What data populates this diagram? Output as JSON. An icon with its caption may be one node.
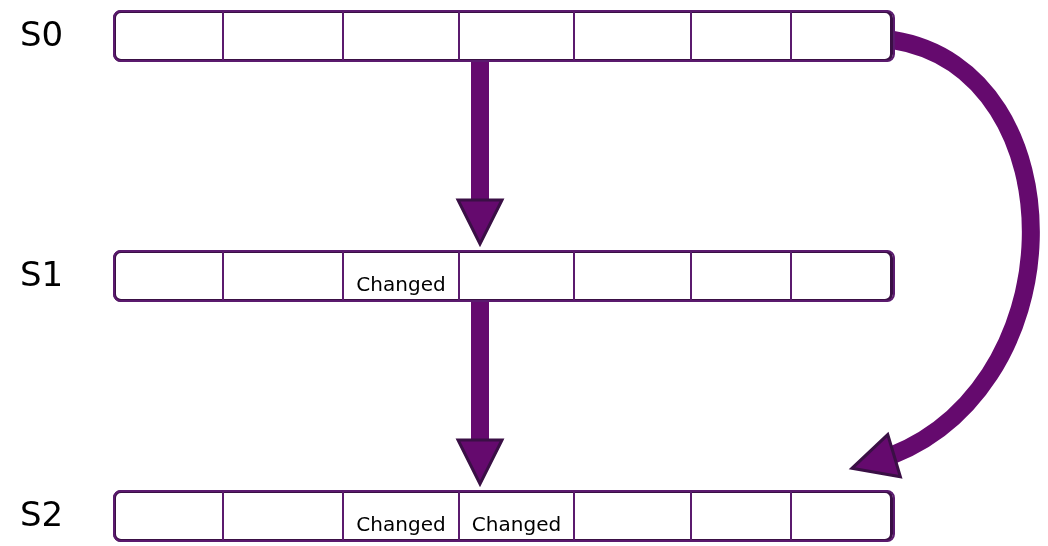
{
  "diagram": {
    "nodes": [
      {
        "text": [],
        "shape": "bar",
        "beside": [
          "S0"
        ]
      },
      {
        "text": [],
        "shape": "box",
        "in": 0
      },
      {
        "text": [],
        "shape": "box",
        "in": 0
      },
      {
        "text": [],
        "shape": "box",
        "in": 0
      },
      {
        "text": [],
        "shape": "box",
        "in": 0
      },
      {
        "text": [],
        "shape": "box",
        "in": 0
      },
      {
        "text": [],
        "shape": "box",
        "in": 0
      },
      {
        "text": [],
        "shape": "box",
        "in": 0
      },
      {
        "text": [],
        "shape": "bar",
        "beside": [
          "S1"
        ]
      },
      {
        "text": [],
        "shape": "box",
        "in": 8
      },
      {
        "text": [],
        "shape": "box",
        "in": 8
      },
      {
        "text": [
          "Changed"
        ],
        "in": 8
      },
      {
        "text": [],
        "shape": "box",
        "in": 8
      },
      {
        "text": [],
        "shape": "box",
        "in": 8
      },
      {
        "text": [],
        "shape": "box",
        "in": 8
      },
      {
        "text": [],
        "shape": "box",
        "in": 8
      },
      {
        "text": [],
        "shape": "bar",
        "beside": [
          "S2"
        ]
      },
      {
        "text": [],
        "shape": "box",
        "in": 16
      },
      {
        "text": [],
        "shape": "box",
        "in": 16
      },
      {
        "text": [
          "Changed"
        ],
        "in": 16
      },
      {
        "text": [
          "Changed"
        ],
        "in": 16
      },
      {
        "text": [],
        "shape": "box",
        "in": 16
      },
      {
        "text": [],
        "shape": "box",
        "in": 16
      },
      {
        "text": [],
        "shape": "box",
        "in": 16
      }
    ],
    "edges": [
      {
        "from": 0,
        "to": 8,
        "arrow": "to"
      },
      {
        "from": 8,
        "to": 16,
        "arrow": "to"
      },
      {
        "from": 0,
        "to": 16,
        "arrow": "to"
      }
    ]
  }
}
